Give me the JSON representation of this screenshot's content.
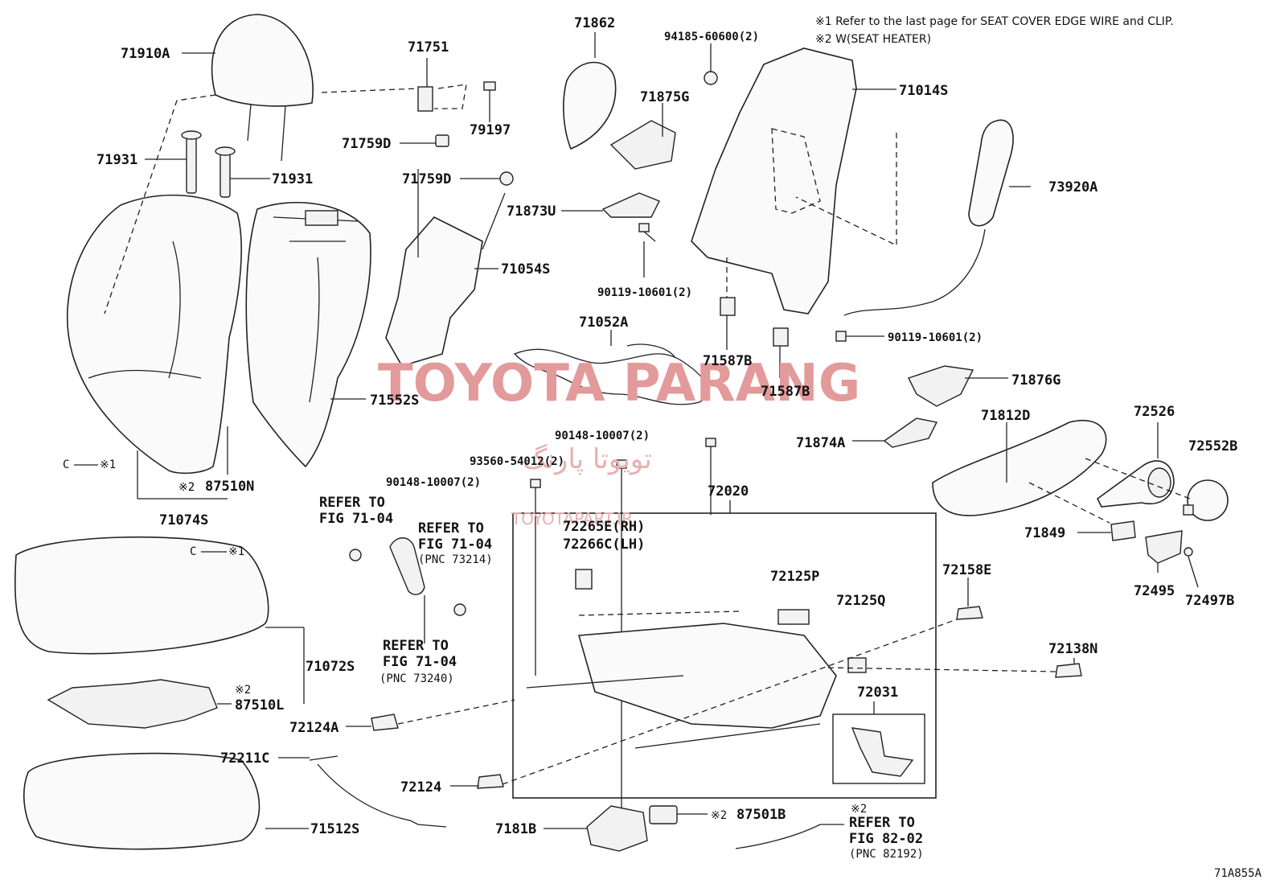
{
  "notes": {
    "n1": "※1 Refer to the last page for SEAT COVER EDGE WIRE and CLIP.",
    "n2": "※2 W(SEAT HEATER)"
  },
  "watermark": {
    "main": "TOYOTA PARANG",
    "farsi": "تویوتا پارنگ",
    "site": "TOYOTAPART.IR"
  },
  "labels": {
    "p71910A": "71910A",
    "p71931a": "71931",
    "p71931b": "71931",
    "p71751": "71751",
    "p79197": "79197",
    "p71759Da": "71759D",
    "p71759Db": "71759D",
    "p71054S": "71054S",
    "p71862": "71862",
    "p94185": "94185-60600(2)",
    "p71875G": "71875G",
    "p71014S": "71014S",
    "p73920A": "73920A",
    "p71873U": "71873U",
    "p90119a": "90119-10601(2)",
    "p90119b": "90119-10601(2)",
    "p71052A": "71052A",
    "p71587Ba": "71587B",
    "p71587Bb": "71587B",
    "p71876G": "71876G",
    "p71552S": "71552S",
    "p87510N": "87510N",
    "p71074S": "71074S",
    "p71812D": "71812D",
    "p72526": "72526",
    "p72552B": "72552B",
    "p71874A": "71874A",
    "p90148a": "90148-10007(2)",
    "p93560": "93560-54012(2)",
    "p90148b": "90148-10007(2)",
    "p72020": "72020",
    "p71849": "71849",
    "p72495": "72495",
    "p72497B": "72497B",
    "p72265E": "72265E(RH)",
    "p72266C": "72266C(LH)",
    "p72125P": "72125P",
    "p72125Q": "72125Q",
    "p72158E": "72158E",
    "p72138N": "72138N",
    "p72031": "72031",
    "p71072S": "71072S",
    "p87510L": "87510L",
    "p72124A": "72124A",
    "p72211C": "72211C",
    "p72124": "72124",
    "p71512S": "71512S",
    "p7181B": "7181B",
    "p87501B": "87501B",
    "x1a": "※1",
    "x1b": "※1",
    "x2a": "※2",
    "x2b": "※2",
    "x2c": "※2",
    "x2d": "※2",
    "fig": "71A855A"
  },
  "refs": {
    "r1a": "REFER TO",
    "r1b": "FIG 71-04",
    "r2a": "REFER TO",
    "r2b": "FIG 71-04",
    "r2c": "(PNC 73214)",
    "r3a": "REFER TO",
    "r3b": "FIG 71-04",
    "r3c": "(PNC 73240)",
    "r4a": "REFER TO",
    "r4b": "FIG 82-02",
    "r4c": "(PNC 82192)"
  }
}
